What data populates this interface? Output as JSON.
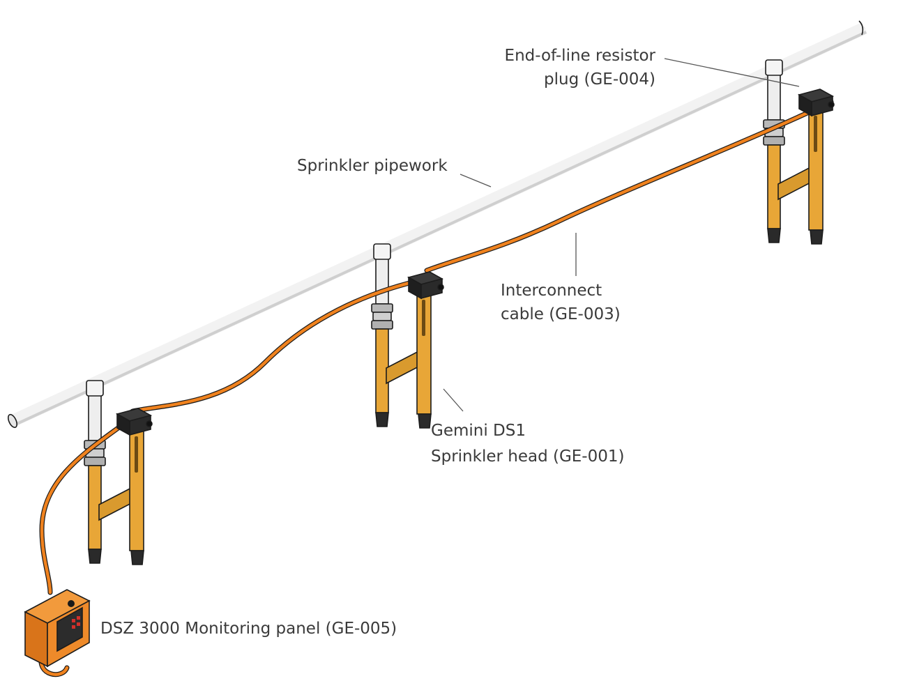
{
  "labels": {
    "end_of_line": [
      "End-of-line resistor",
      "plug (GE-004)"
    ],
    "pipework": "Sprinkler pipework",
    "interconnect": [
      "Interconnect",
      "cable (GE-003)"
    ],
    "sprinkler_head": [
      "Gemini DS1",
      "Sprinkler head (GE-001)"
    ],
    "monitoring_panel": "DSZ 3000 Monitoring panel (GE-005)"
  },
  "colors": {
    "cable": "#f0821e",
    "head_body": "#e8a637",
    "pipe": "#f2f2f2",
    "panel": "#ee8a2a",
    "panel_face": "#2c2c2c",
    "panel_buttons": "#d1302a",
    "ink": "#1c1c1c",
    "label_text": "#3a3a3a"
  },
  "icons": {
    "sprinkler_head": "sprinkler-head-icon",
    "resistor_plug": "resistor-plug-icon",
    "monitoring_panel": "monitoring-panel-icon"
  }
}
